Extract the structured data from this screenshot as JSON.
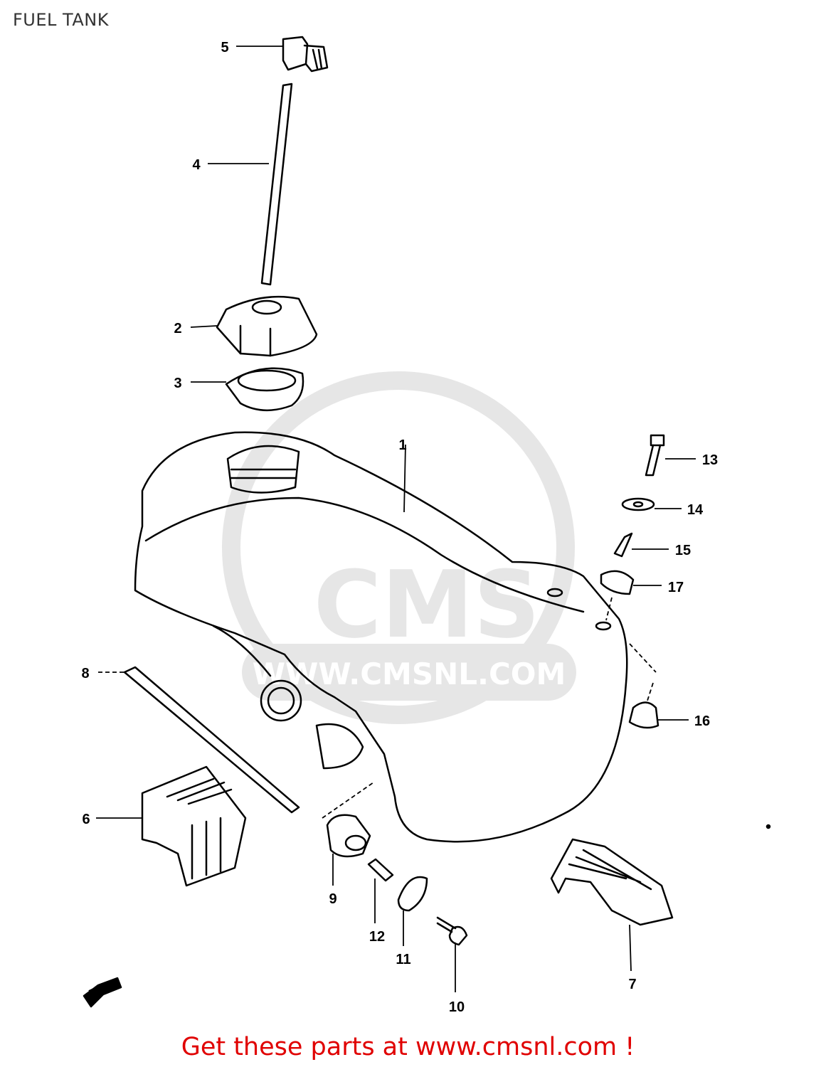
{
  "title": "FUEL TANK",
  "watermark": {
    "logo": "CMS",
    "url": "WWW.CMSNL.COM"
  },
  "direction_arrow": "FWD",
  "callouts": [
    {
      "id": "c1",
      "label": "1"
    },
    {
      "id": "c2",
      "label": "2"
    },
    {
      "id": "c3",
      "label": "3"
    },
    {
      "id": "c4",
      "label": "4"
    },
    {
      "id": "c5",
      "label": "5"
    },
    {
      "id": "c6",
      "label": "6"
    },
    {
      "id": "c7",
      "label": "7"
    },
    {
      "id": "c8",
      "label": "8"
    },
    {
      "id": "c9",
      "label": "9"
    },
    {
      "id": "c10",
      "label": "10"
    },
    {
      "id": "c11",
      "label": "11"
    },
    {
      "id": "c12",
      "label": "12"
    },
    {
      "id": "c13",
      "label": "13"
    },
    {
      "id": "c14",
      "label": "14"
    },
    {
      "id": "c15",
      "label": "15"
    },
    {
      "id": "c16",
      "label": "16"
    },
    {
      "id": "c17",
      "label": "17"
    }
  ],
  "promo_text": "Get these parts at www.cmsnl.com !",
  "colors": {
    "line": "#000000",
    "promo": "#e00000",
    "watermark": "#e6e6e6",
    "title": "#333333"
  }
}
